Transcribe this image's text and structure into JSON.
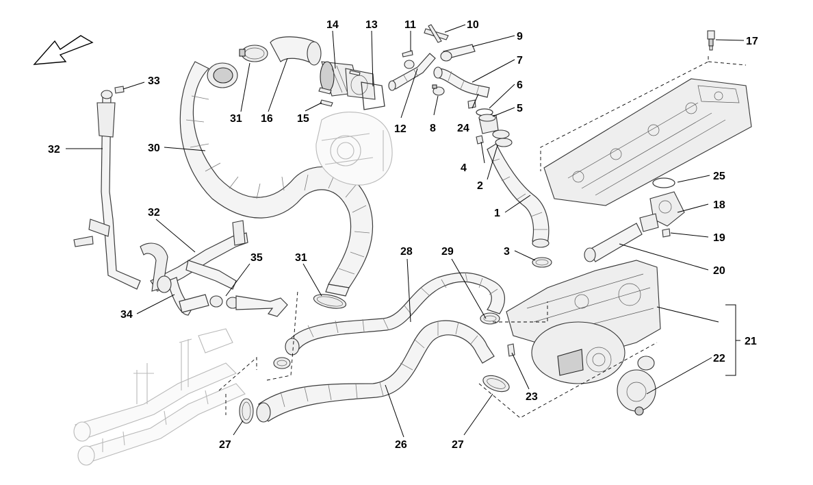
{
  "diagram": {
    "callouts": [
      "1",
      "2",
      "3",
      "4",
      "5",
      "6",
      "7",
      "8",
      "9",
      "10",
      "11",
      "12",
      "13",
      "14",
      "15",
      "16",
      "17",
      "18",
      "19",
      "20",
      "21",
      "22",
      "23",
      "24",
      "25",
      "26",
      "27",
      "27",
      "28",
      "29",
      "30",
      "31",
      "31",
      "32",
      "32",
      "33",
      "34",
      "35"
    ]
  }
}
